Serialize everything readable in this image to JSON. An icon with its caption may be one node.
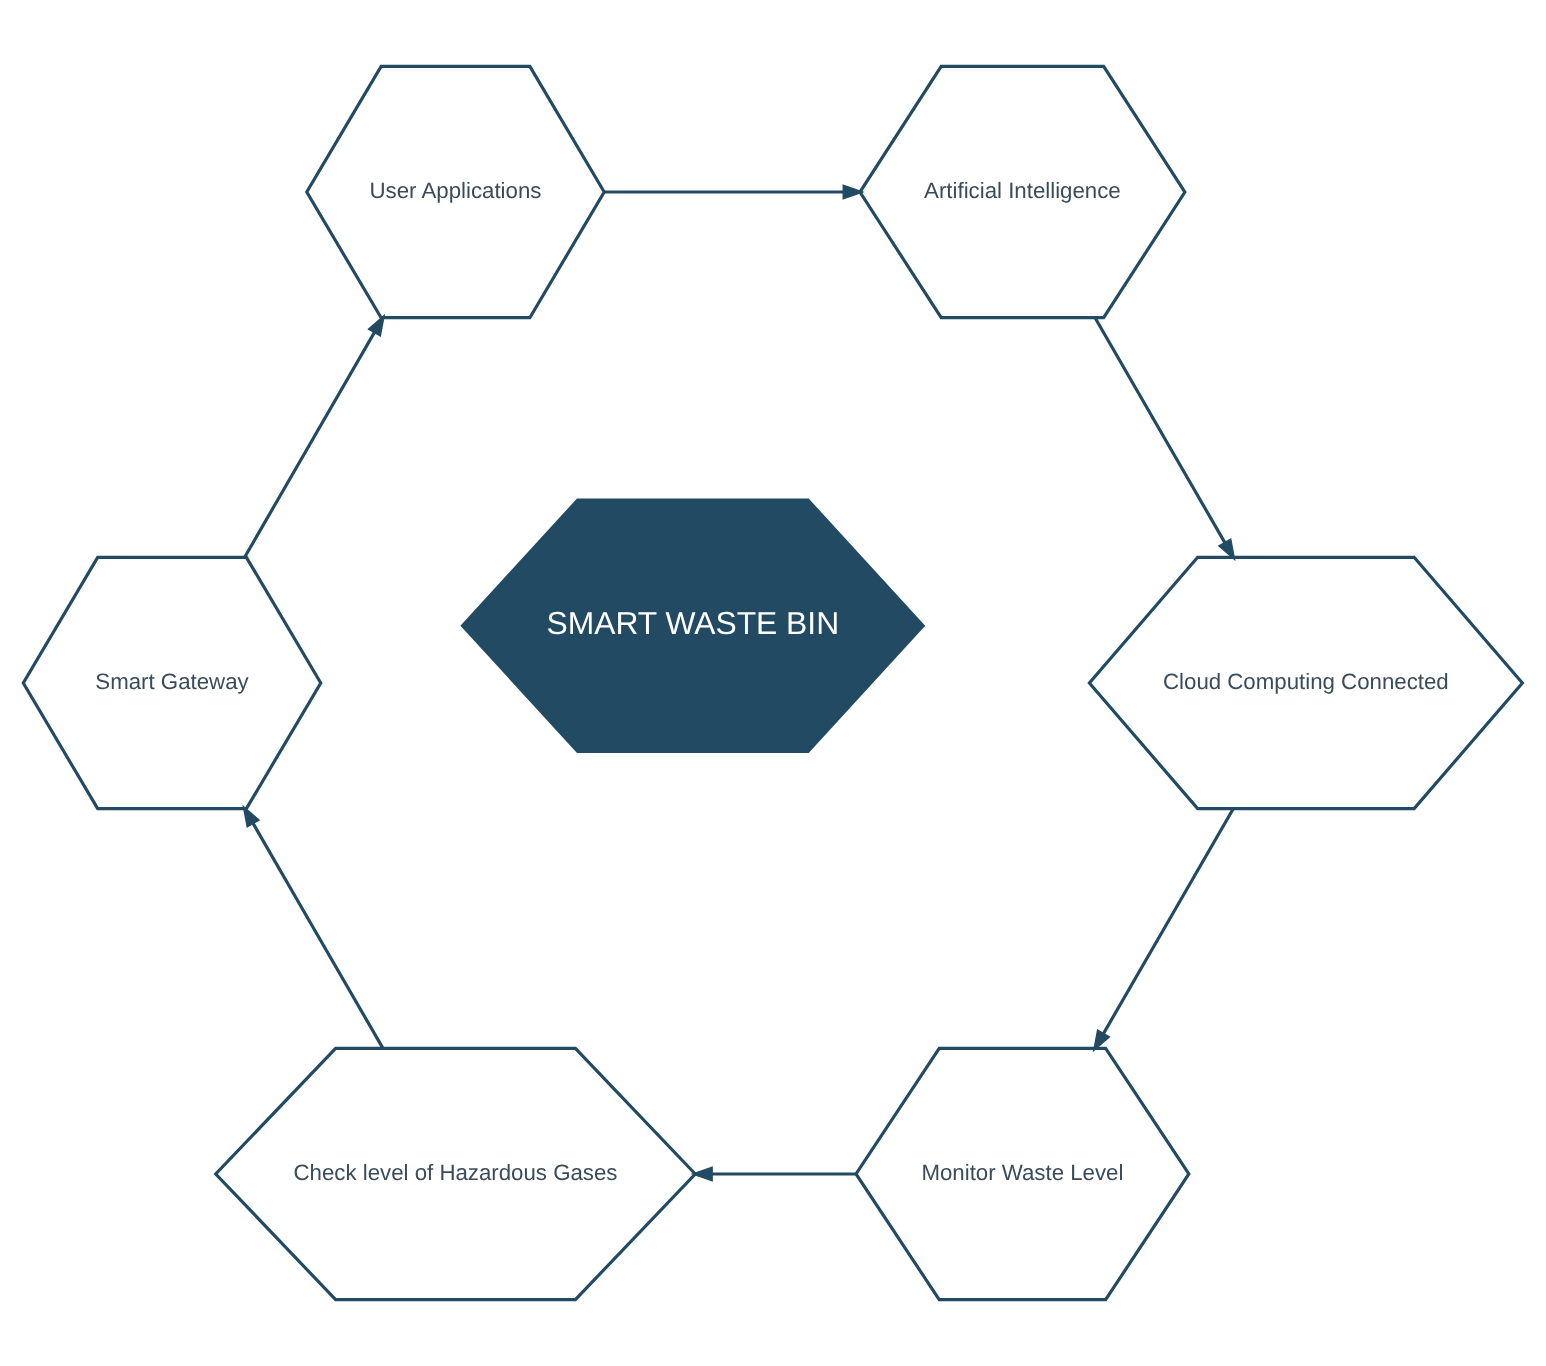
{
  "diagram": {
    "nodes": [
      {
        "text": [
          "Monitor Waste Level"
        ]
      },
      {
        "text": [
          "Cloud Computing Connected"
        ]
      },
      {
        "text": [
          "Check level of Hazardous Gases"
        ]
      },
      {
        "text": [
          "SMART WASTE BIN"
        ]
      },
      {
        "text": [
          "Artificial Intelligence"
        ]
      },
      {
        "text": [
          "Smart Gateway"
        ]
      },
      {
        "text": [
          "User Applications"
        ]
      }
    ],
    "edges": [
      {
        "from": 1,
        "to": 0,
        "arrow": "to"
      },
      {
        "from": 0,
        "to": 2,
        "arrow": "to"
      },
      {
        "from": 2,
        "to": 5,
        "arrow": "to"
      },
      {
        "from": 5,
        "to": 6,
        "arrow": "to"
      },
      {
        "from": 6,
        "to": 4,
        "arrow": "to"
      },
      {
        "from": 4,
        "to": 1,
        "arrow": "to"
      }
    ]
  }
}
